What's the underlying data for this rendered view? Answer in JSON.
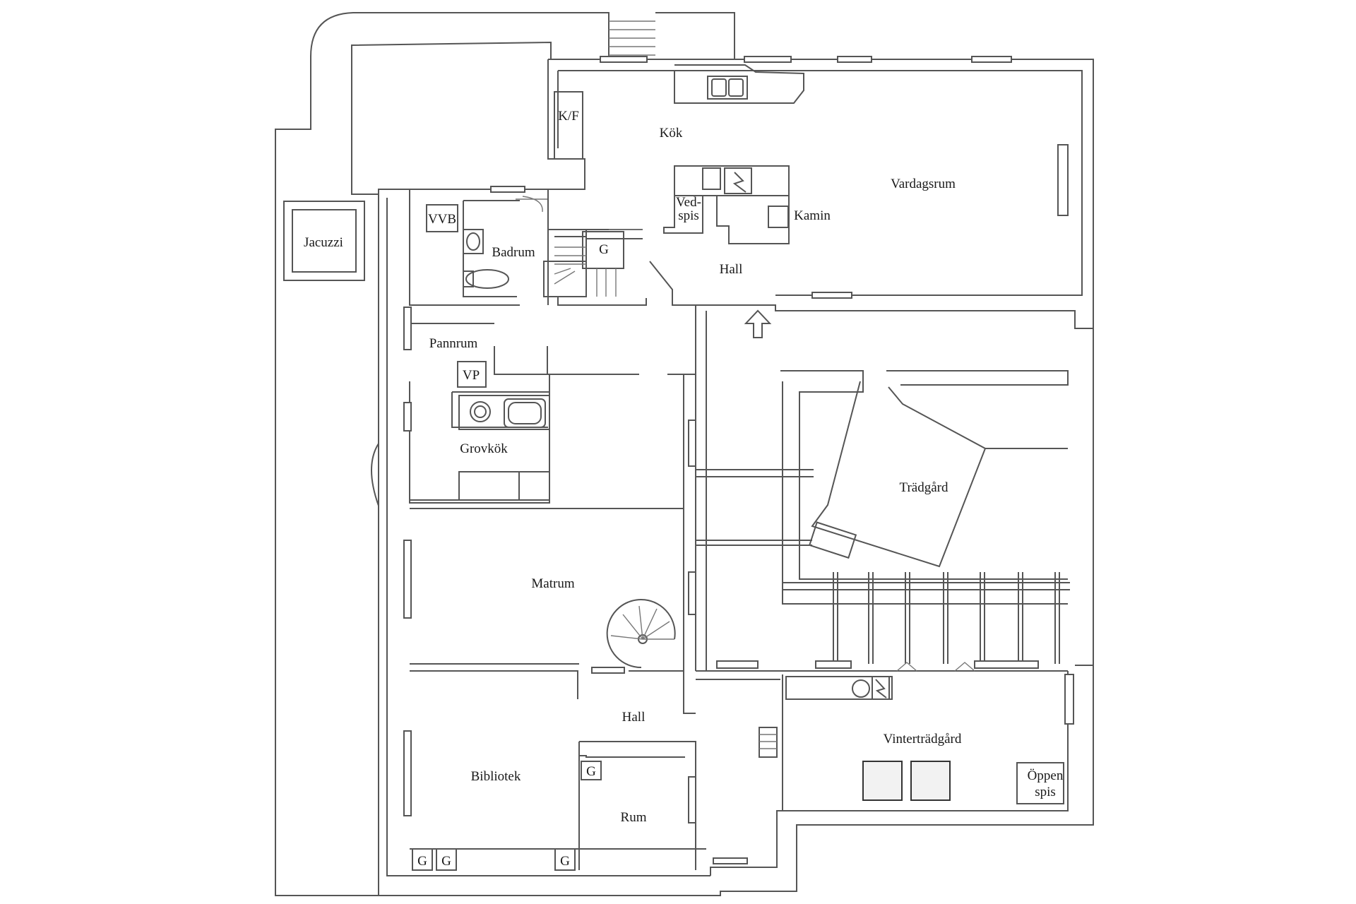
{
  "rooms": {
    "kok": "Kök",
    "kf": "K/F",
    "vardagsrum": "Vardagsrum",
    "ved": "Ved-",
    "spis": "spis",
    "kamin": "Kamin",
    "hall_upper": "Hall",
    "g_stair": "G",
    "vvb": "VVB",
    "badrum": "Badrum",
    "jacuzzi": "Jacuzzi",
    "pannrum": "Pannrum",
    "vp": "VP",
    "grovkok": "Grovkök",
    "tradgard": "Trädgård",
    "matrum": "Matrum",
    "hall_lower": "Hall",
    "bibliotek": "Bibliotek",
    "rum": "Rum",
    "g_rum": "G",
    "g_bib1": "G",
    "g_bib2": "G",
    "g_bib3": "G",
    "vintertradgard": "Vinterträdgård",
    "oppen": "Öppen",
    "spis2": "spis"
  },
  "icons": [
    "sink-icon",
    "stove-icon",
    "toilet-icon",
    "bathtub-icon",
    "spiral-stair-icon",
    "entrance-arrow-icon"
  ]
}
